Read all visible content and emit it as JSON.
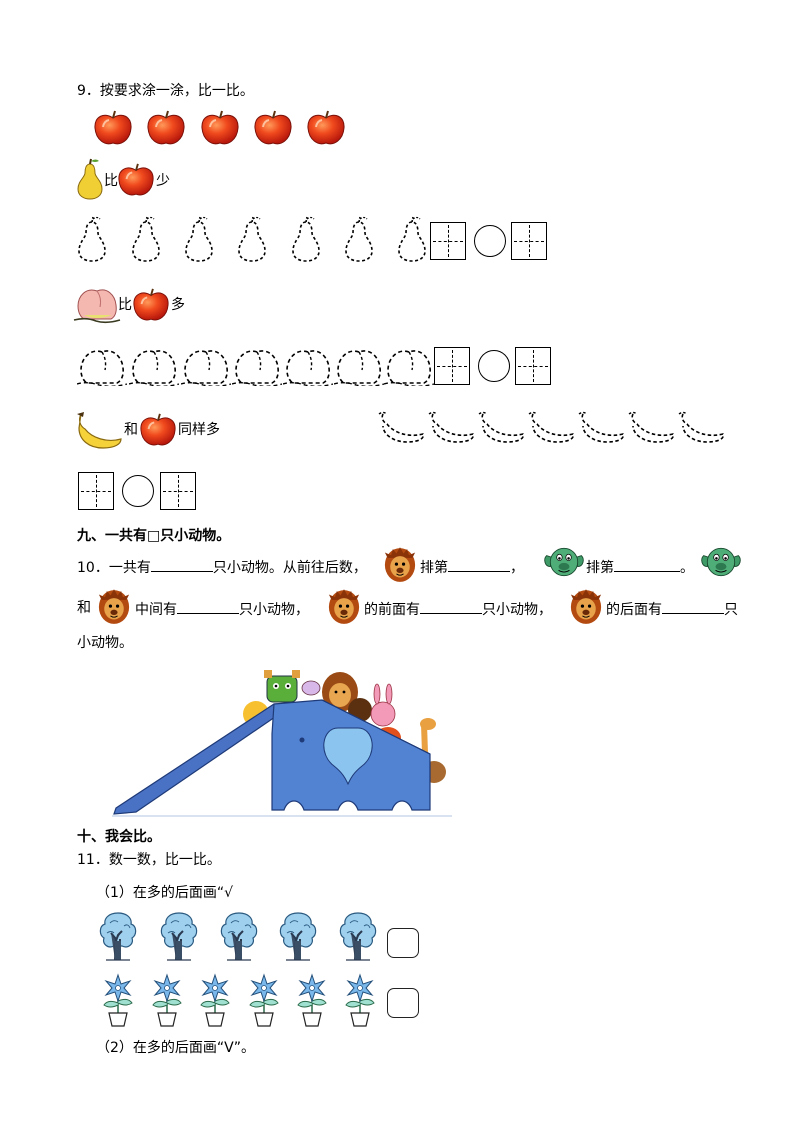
{
  "q9": {
    "title": "9．按要求涂一涂，比一比。",
    "pear_label_a": "比",
    "pear_label_b": "少",
    "peach_label_a": "比",
    "peach_label_b": "多",
    "banana_label_a": "和",
    "banana_label_b": "同样多"
  },
  "section9": {
    "title": "九、一共有□只小动物。"
  },
  "q10": {
    "line1_a": "10．一共有",
    "line1_b": "只小动物。从前往后数，",
    "line1_c": "排第",
    "line1_d": "，",
    "line1_e": "排第",
    "line1_f": "。",
    "line2_a": "和",
    "line2_b": "中间有",
    "line2_c": "只小动物，",
    "line2_d": "的前面有",
    "line2_e": "只小动物，",
    "line2_f": "的后面有",
    "line2_g": "只",
    "line3": "小动物。"
  },
  "section10": {
    "title": "十、我会比。"
  },
  "q11": {
    "title": "11．数一数，比一比。",
    "sub1": "（1）在多的后面画“√",
    "sub2": "（2）在多的后面画“V”。"
  },
  "colors": {
    "apple_red": "#e8361c",
    "pear_yellow": "#f2d23a",
    "elephant_blue": "#4a72c4",
    "tree_blue": "#8ec7e8"
  }
}
